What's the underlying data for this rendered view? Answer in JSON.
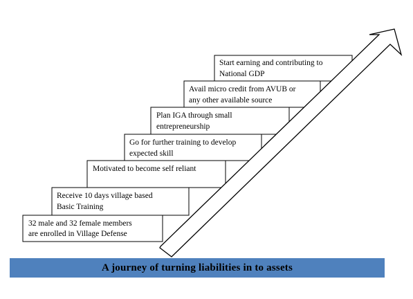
{
  "steps": [
    {
      "id": "step1",
      "lines": [
        "32 male and 32 female members",
        "are enrolled in Village Defense"
      ]
    },
    {
      "id": "step2",
      "lines": [
        "Receive 10 days village based",
        "Basic Training"
      ]
    },
    {
      "id": "step3",
      "lines": [
        "Motivated to become self reliant"
      ]
    },
    {
      "id": "step4",
      "lines": [
        "Go for further training to develop",
        "expected skill"
      ]
    },
    {
      "id": "step5",
      "lines": [
        "Plan IGA through small",
        "entrepreneurship"
      ]
    },
    {
      "id": "step6",
      "lines": [
        "Avail micro credit from AVUB or",
        "any other available source"
      ]
    },
    {
      "id": "step7",
      "lines": [
        "Start earning and contributing to",
        "National GDP"
      ]
    }
  ],
  "caption": {
    "text": "A journey of turning liabilities in to assets",
    "background_color": "#4f81bd"
  }
}
